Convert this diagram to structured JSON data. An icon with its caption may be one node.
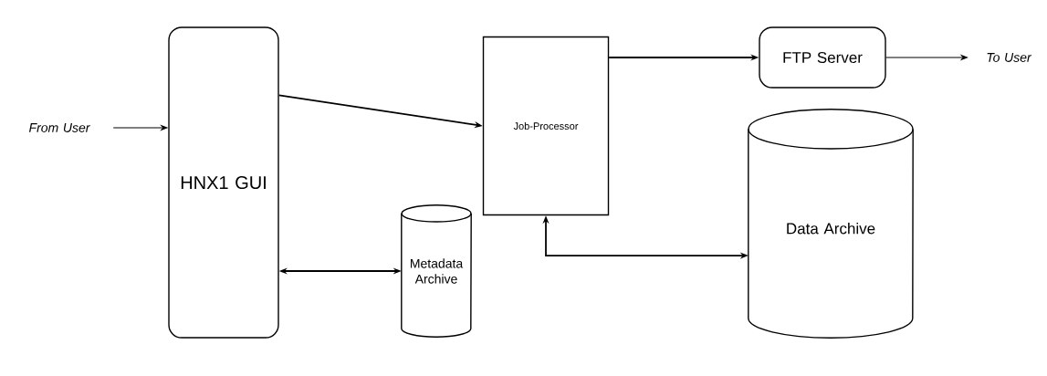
{
  "diagram": {
    "nodes": [
      {
        "text": [
          "From User"
        ]
      },
      {
        "text": [
          "HNX1 GUI"
        ]
      },
      {
        "text": [
          "Job-Processor"
        ]
      },
      {
        "text": [
          "FTP Server"
        ]
      },
      {
        "text": [
          "To User"
        ]
      },
      {
        "text": [
          "Metadata Archive"
        ]
      },
      {
        "text": [
          "Data Archive"
        ]
      }
    ],
    "edges": [
      {
        "from": 0,
        "to": 1,
        "arrow": "to"
      },
      {
        "from": 1,
        "to": 2,
        "arrow": "to"
      },
      {
        "from": 2,
        "to": 3,
        "arrow": "to"
      },
      {
        "from": 3,
        "to": 4,
        "arrow": "to"
      },
      {
        "from": 1,
        "to": 5,
        "arrow": "both"
      },
      {
        "from": 2,
        "to": 6,
        "arrow": "both"
      }
    ]
  }
}
